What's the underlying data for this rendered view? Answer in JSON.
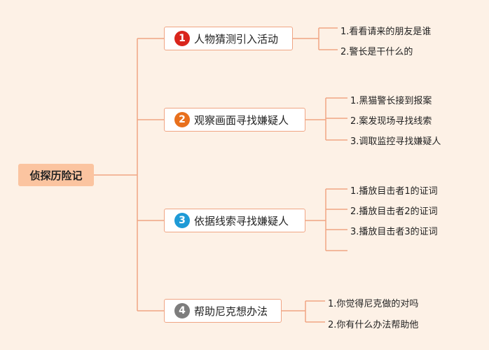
{
  "root": {
    "label": "侦探历险记"
  },
  "colors": {
    "background": "#fdf1e6",
    "root_fill": "#fbc4a0",
    "connector": "#f0a584",
    "branch_border": "#f0a584"
  },
  "branches": [
    {
      "number": "1",
      "label": "人物猜测引入活动",
      "badge_color": "#d9251c",
      "leaves": [
        "1.看看请来的朋友是谁",
        "2.警长是干什么的"
      ]
    },
    {
      "number": "2",
      "label": "观察画面寻找嫌疑人",
      "badge_color": "#e8701d",
      "leaves": [
        "1.黑猫警长接到报案",
        "2.案发现场寻找线索",
        "3.调取监控寻找嫌疑人"
      ]
    },
    {
      "number": "3",
      "label": "依据线索寻找嫌疑人",
      "badge_color": "#1e9ad6",
      "leaves": [
        "1.播放目击者1的证词",
        "2.播放目击者2的证词",
        "3.播放目击者3的证词"
      ]
    },
    {
      "number": "4",
      "label": "帮助尼克想办法",
      "badge_color": "#7d7d7d",
      "leaves": [
        "1.你觉得尼克做的对吗",
        "2.你有什么办法帮助他"
      ]
    }
  ]
}
